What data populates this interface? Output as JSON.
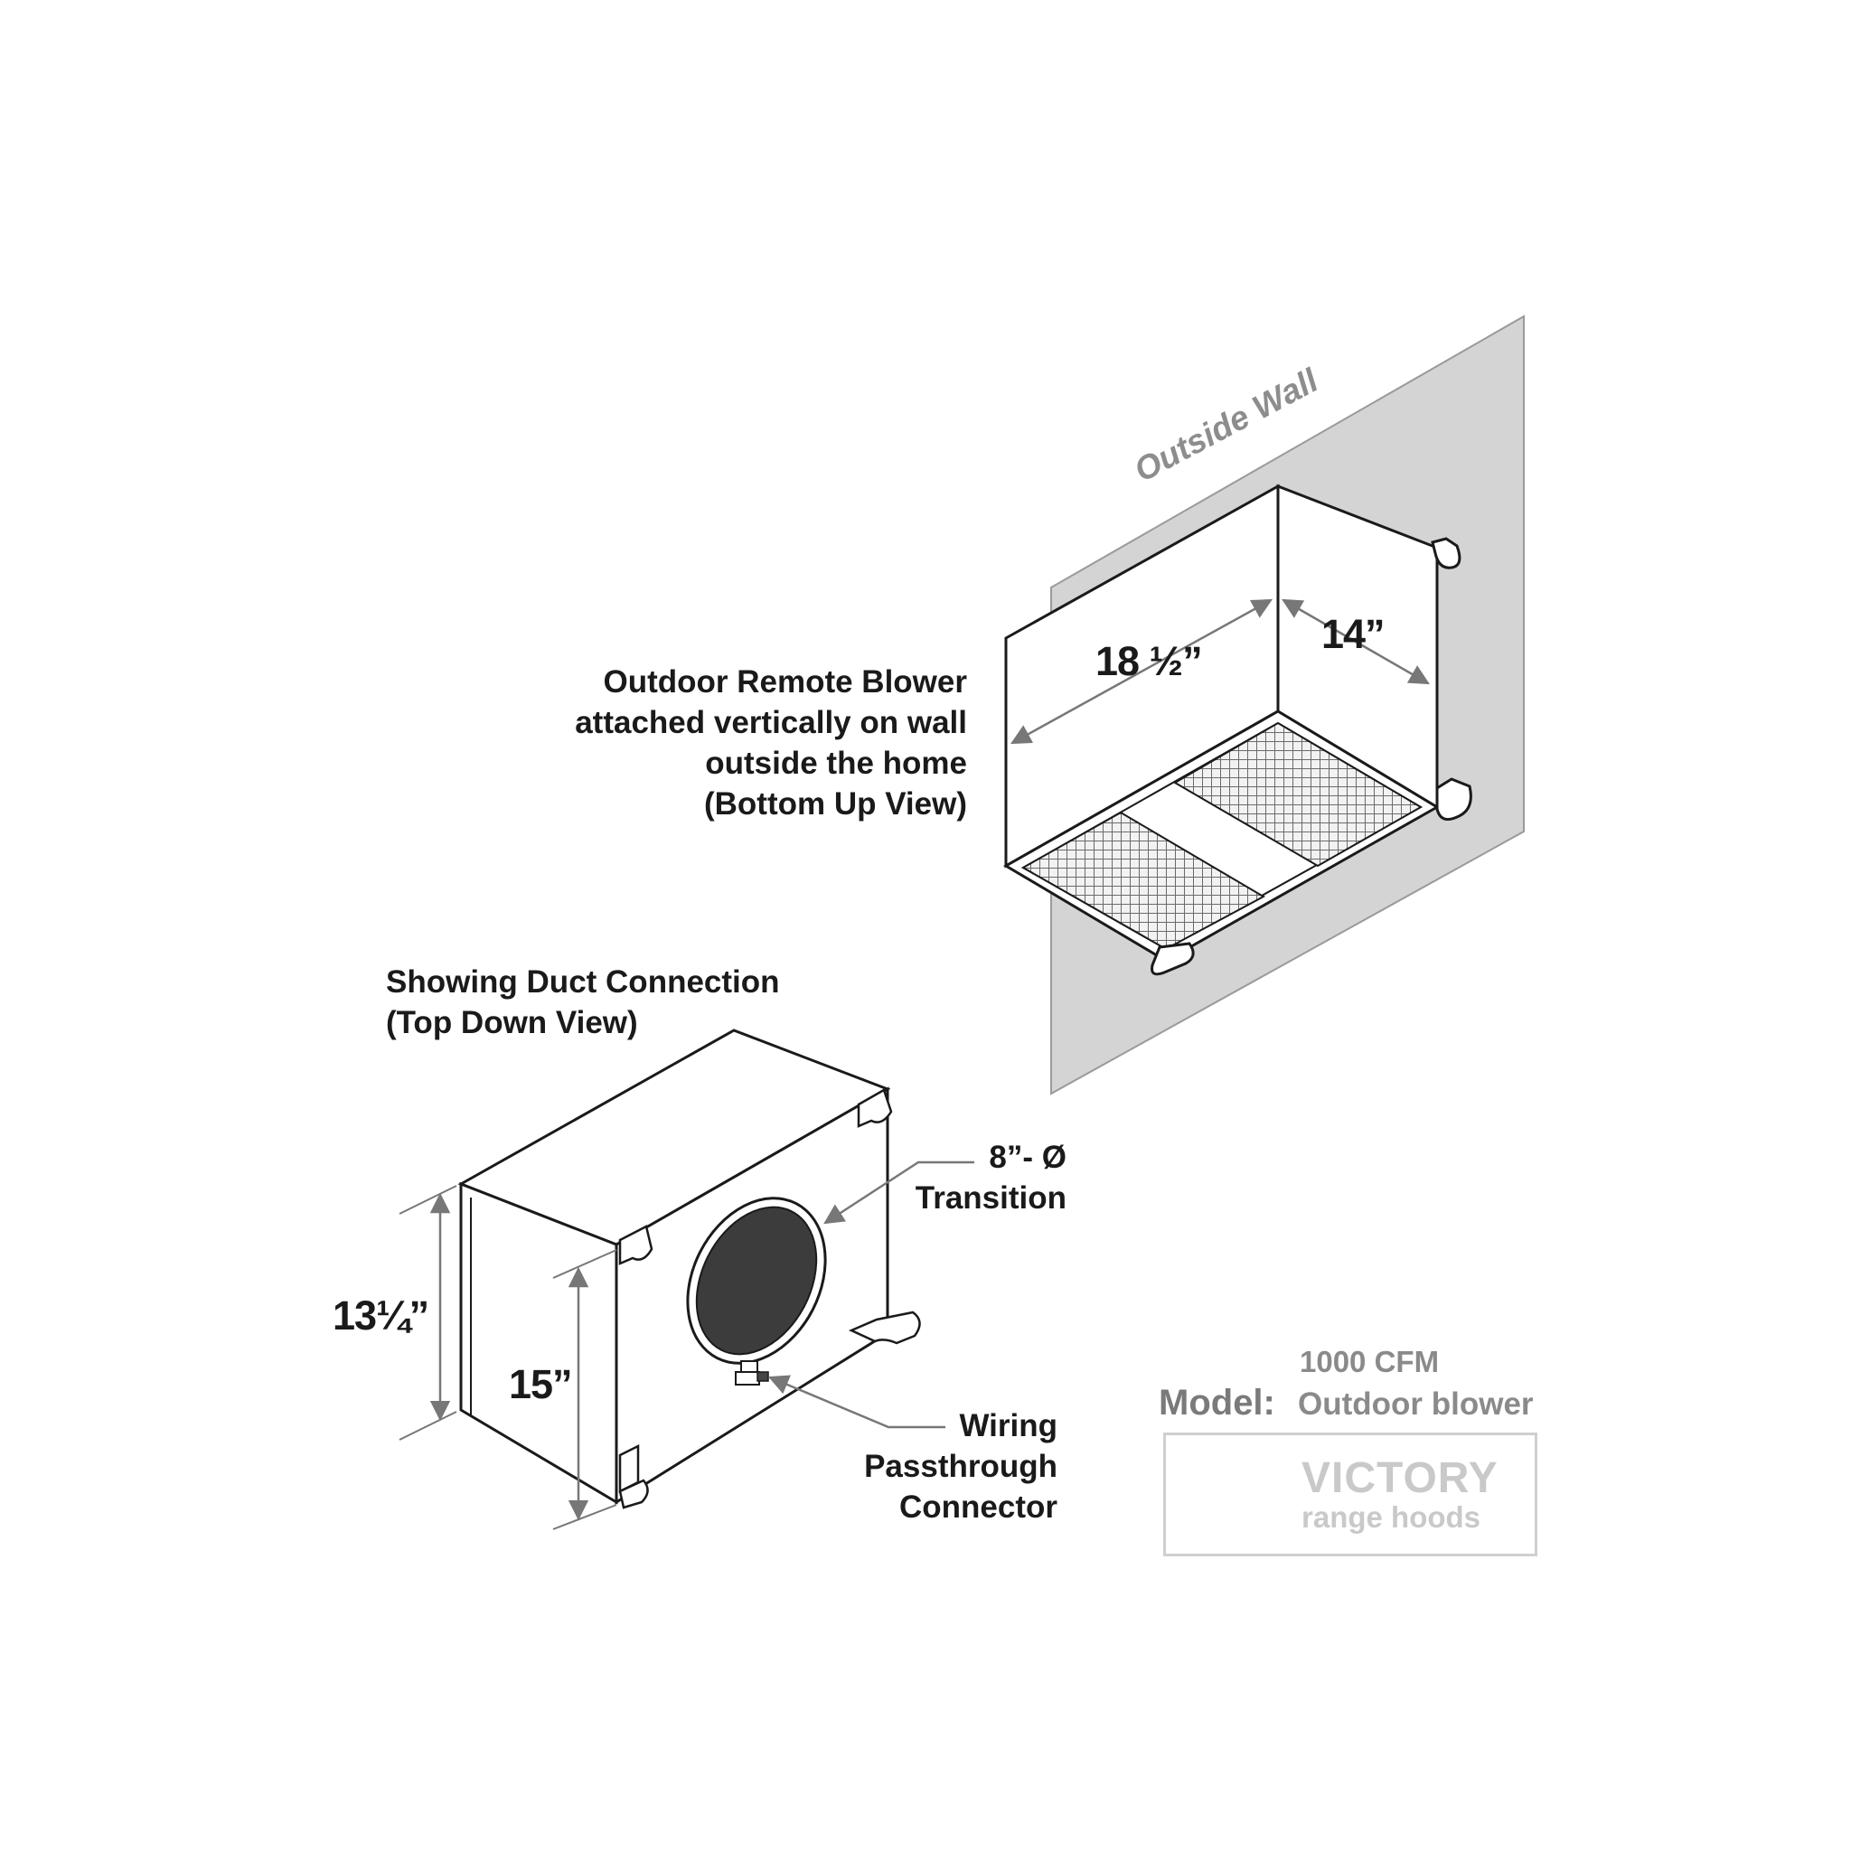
{
  "wall_label": "Outside Wall",
  "top_unit": {
    "caption": [
      "Outdoor Remote Blower",
      "attached vertically on wall",
      "outside the home",
      "(Bottom Up View)"
    ],
    "width_dim": "18 ½”",
    "depth_dim": "14”"
  },
  "bottom_unit": {
    "caption": [
      "Showing Duct Connection",
      "(Top Down View)"
    ],
    "transition_label": [
      "8”- Ø",
      "Transition"
    ],
    "wiring_label": [
      "Wiring",
      "Passthrough",
      "Connector"
    ],
    "height_outer_dim": "13¼”",
    "height_inner_dim": "15”"
  },
  "model": {
    "cfm": "1000 CFM",
    "label": "Model:",
    "value": "Outdoor blower"
  },
  "logo": {
    "brand": "VICTORY",
    "sub": "range hoods"
  },
  "colors": {
    "wall": "#d4d4d4",
    "line": "#1a1a1a",
    "grille": "#6b6b6b",
    "duct": "#3c3c3c",
    "dim_line": "#777777"
  }
}
